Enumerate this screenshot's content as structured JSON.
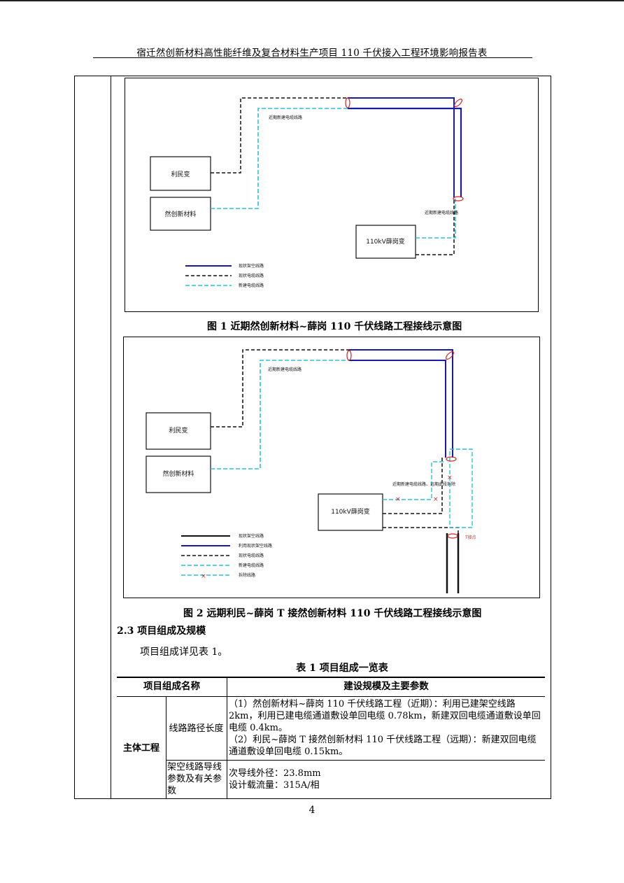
{
  "header": {
    "title": "宿迁然创新材料高性能纤维及复合材料生产项目 110 千伏接入工程环境影响报告表"
  },
  "figure1": {
    "caption": "图 1  近期然创新材料~薛岗 110 千伏线路工程接线示意图",
    "labels": {
      "box_top": "利民变",
      "box_bottom": "然创新材料",
      "box_right": "110kV薛岗变",
      "near_cable": "近期新建电缆线路",
      "near_cable_right": "近期新建电缆线路"
    },
    "legend": [
      "现状架空线路",
      "现状电缆线路",
      "新建电缆线路"
    ]
  },
  "figure2": {
    "caption": "图 2  远期利民~薛岗 T 接然创新材料 110 千伏线路工程接线示意图",
    "labels": {
      "box_top": "利民变",
      "box_bottom": "然创新材料",
      "box_right": "110kV薛岗变",
      "near_cable": "近期新建电缆线路",
      "near_removed": "近期新建电缆线路、远期此段拆除",
      "t_mark": "T接点"
    },
    "legend": [
      "现状架空线路",
      "利用现状架空线路",
      "现状电缆线路",
      "新建电缆线路",
      "拆除线路"
    ]
  },
  "section": {
    "title": "2.3 项目组成及规模",
    "para": "项目组成详见表 1。"
  },
  "table": {
    "title": "表 1  项目组成一览表",
    "col1_header": "项目组成名称",
    "col2_header": "建设规模及主要参数",
    "group": "主体工程",
    "rows": [
      {
        "name": "线路路径长度",
        "lines": [
          "（1）然创新材料~薛岗 110 千伏线路工程（近期）：利用已建架空线路",
          "2km，利用已建电缆通道敷设单回电缆 0.78km，新建双回电缆通道敷设单回",
          "电缆 0.4km。",
          "（2）利民~薛岗 T 接然创新材料 110 千伏线路工程（远期）：新建双回电缆",
          "通道敷设单回电缆 0.15km。"
        ]
      },
      {
        "name_lines": [
          "架空线路导线",
          "参数及有关参",
          "数"
        ],
        "lines": [
          "次导线外径：23.8mm",
          "设计载流量：315A/相"
        ]
      }
    ]
  },
  "page": {
    "number": "4"
  },
  "colors": {
    "blue_line": "#1a1a9e",
    "cyan_line": "#29c4d8",
    "black_line": "#111111",
    "red_mark": "#d62020"
  }
}
